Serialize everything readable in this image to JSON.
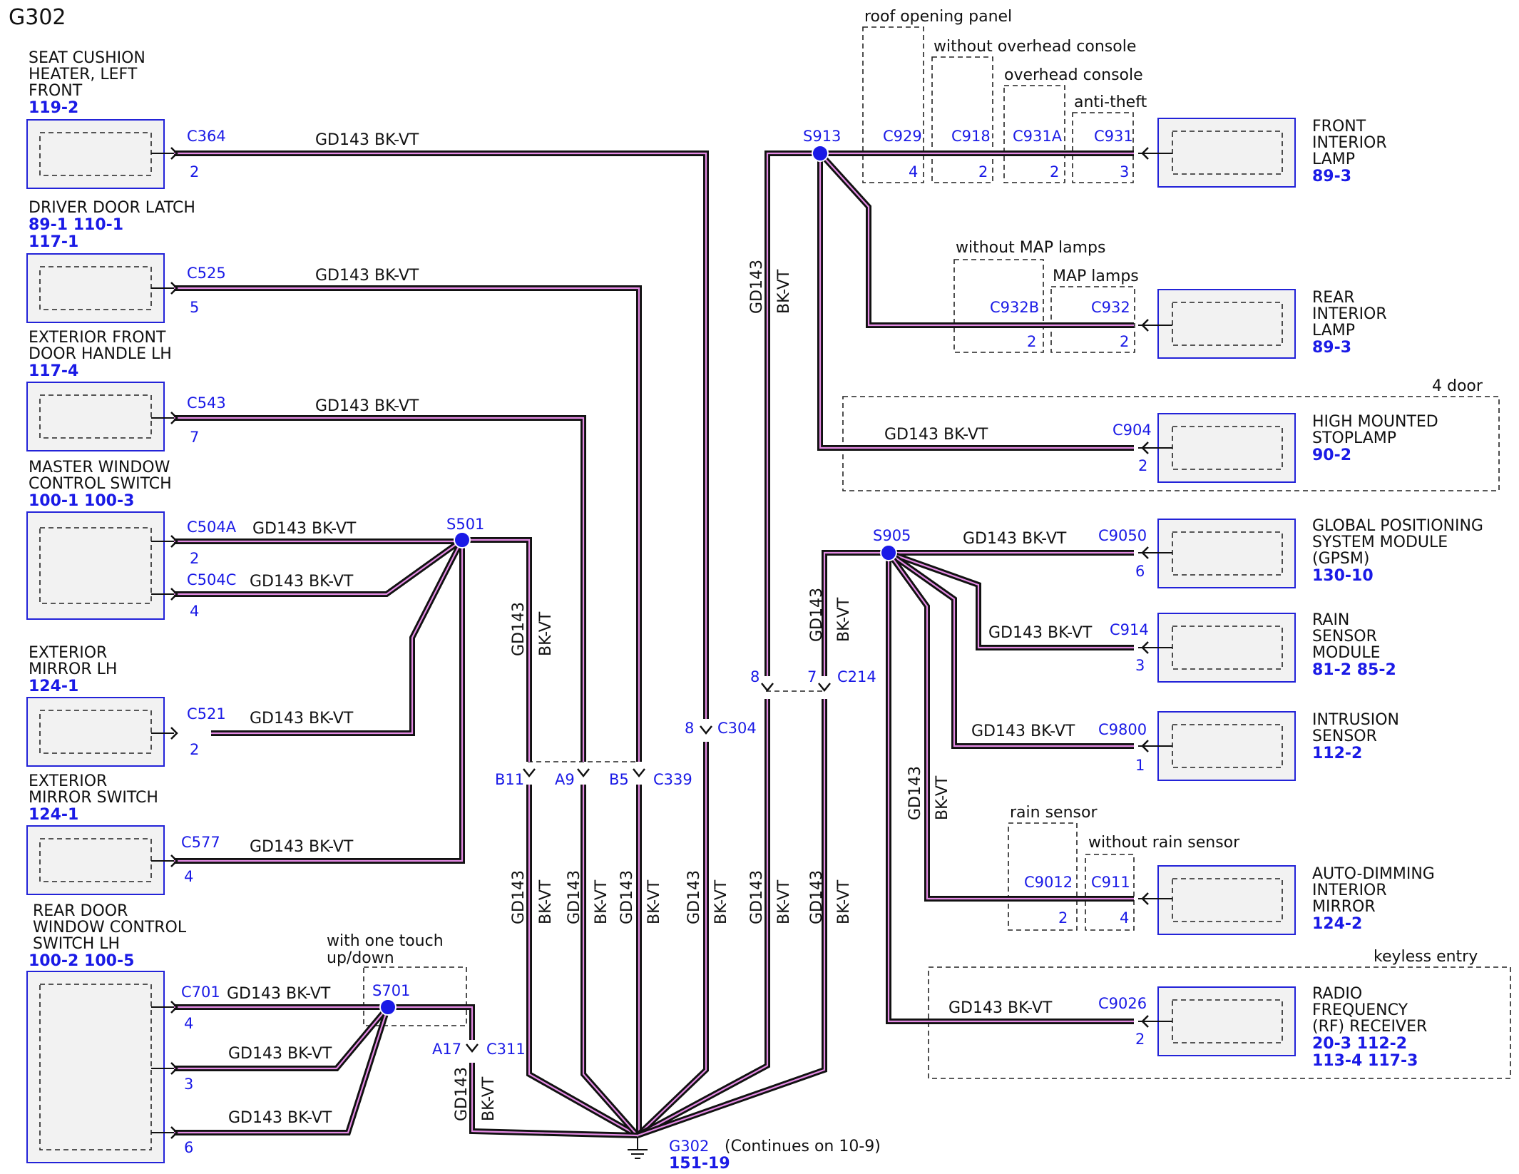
{
  "title": "G302",
  "wire": {
    "code": "GD143",
    "color": "BK-VT",
    "combined": "GD143  BK-VT"
  },
  "ground": {
    "id": "G302",
    "ref": "151-19",
    "note": "(Continues on 10-9)"
  },
  "components": {
    "seat_cushion": {
      "name": [
        "SEAT CUSHION",
        "HEATER, LEFT",
        "FRONT"
      ],
      "refs": [
        "119-2"
      ],
      "connector": "C364",
      "pin": "2"
    },
    "driver_door_latch": {
      "name": [
        "DRIVER DOOR LATCH"
      ],
      "refs": [
        "89-1  110-1",
        "117-1"
      ],
      "connector": "C525",
      "pin": "5"
    },
    "ext_front_door_handle": {
      "name": [
        "EXTERIOR FRONT",
        "DOOR HANDLE LH"
      ],
      "refs": [
        "117-4"
      ],
      "connector": "C543",
      "pin": "7"
    },
    "master_window_switch": {
      "name": [
        "MASTER WINDOW",
        "CONTROL SWITCH"
      ],
      "refs": [
        "100-1 100-3"
      ],
      "connectors": [
        {
          "id": "C504A",
          "pin": "2"
        },
        {
          "id": "C504C",
          "pin": "4"
        }
      ]
    },
    "ext_mirror": {
      "name": [
        "EXTERIOR",
        "MIRROR LH"
      ],
      "refs": [
        "124-1"
      ],
      "connector": "C521",
      "pin": "2"
    },
    "ext_mirror_switch": {
      "name": [
        "EXTERIOR",
        "MIRROR SWITCH"
      ],
      "refs": [
        "124-1"
      ],
      "connector": "C577",
      "pin": "4"
    },
    "rear_door_window_switch": {
      "name": [
        "REAR DOOR",
        "WINDOW CONTROL",
        "SWITCH LH"
      ],
      "refs": [
        "100-2 100-5"
      ],
      "connectors": [
        {
          "id": "C701",
          "pin": "4"
        },
        {
          "id": "",
          "pin": "3"
        },
        {
          "id": "",
          "pin": "6"
        }
      ]
    },
    "front_interior_lamp": {
      "name": [
        "FRONT",
        "INTERIOR",
        "LAMP"
      ],
      "refs": [
        "89-3"
      ]
    },
    "rear_interior_lamp": {
      "name": [
        "REAR",
        "INTERIOR",
        "LAMP"
      ],
      "refs": [
        "89-3"
      ]
    },
    "high_mounted_stoplamp": {
      "name": [
        "HIGH MOUNTED",
        "STOPLAMP"
      ],
      "refs": [
        "90-2"
      ],
      "connector": "C904",
      "pin": "2"
    },
    "gpsm": {
      "name": [
        "GLOBAL POSITIONING",
        "SYSTEM MODULE",
        "(GPSM)"
      ],
      "refs": [
        "130-10"
      ],
      "connector": "C9050",
      "pin": "6"
    },
    "rain_sensor_module": {
      "name": [
        "RAIN",
        "SENSOR",
        "MODULE"
      ],
      "refs": [
        "81-2  85-2"
      ],
      "connector": "C914",
      "pin": "3"
    },
    "intrusion_sensor": {
      "name": [
        "INTRUSION",
        "SENSOR"
      ],
      "refs": [
        "112-2"
      ],
      "connector": "C9800",
      "pin": "1"
    },
    "auto_dimming_mirror": {
      "name": [
        "AUTO-DIMMING",
        "INTERIOR",
        "MIRROR"
      ],
      "refs": [
        "124-2"
      ]
    },
    "rf_receiver": {
      "name": [
        "RADIO",
        "FREQUENCY",
        "(RF) RECEIVER"
      ],
      "refs": [
        "20-3  112-2",
        "113-4 117-3"
      ],
      "connector": "C9026",
      "pin": "2"
    }
  },
  "options": {
    "roof_opening_panel": "roof opening panel",
    "without_overhead_console": "without overhead console",
    "overhead_console": "overhead console",
    "anti_theft": "anti-theft",
    "without_map_lamps": "without MAP lamps",
    "map_lamps": "MAP lamps",
    "four_door": "4 door",
    "rain_sensor": "rain sensor",
    "without_rain_sensor": "without rain sensor",
    "keyless_entry": "keyless entry",
    "one_touch": [
      "with one touch",
      "up/down"
    ]
  },
  "front_lamp_connectors": [
    {
      "id": "C929",
      "pin": "4"
    },
    {
      "id": "C918",
      "pin": "2"
    },
    {
      "id": "C931A",
      "pin": "2"
    },
    {
      "id": "C931",
      "pin": "3"
    }
  ],
  "rear_lamp_connectors": [
    {
      "id": "C932B",
      "pin": "2"
    },
    {
      "id": "C932",
      "pin": "2"
    }
  ],
  "mirror_connectors": [
    {
      "id": "C9012",
      "pin": "2"
    },
    {
      "id": "C911",
      "pin": "4"
    }
  ],
  "splices": {
    "s501": "S501",
    "s701": "S701",
    "s913": "S913",
    "s905": "S905"
  },
  "inline": {
    "c339": {
      "id": "C339",
      "pins": [
        "B11",
        "A9",
        "B5"
      ]
    },
    "c304": {
      "id": "C304",
      "pin": "8"
    },
    "c214": {
      "id": "C214",
      "pins": [
        "8",
        "7"
      ]
    },
    "c311": {
      "id": "C311",
      "pin": "A17"
    }
  }
}
